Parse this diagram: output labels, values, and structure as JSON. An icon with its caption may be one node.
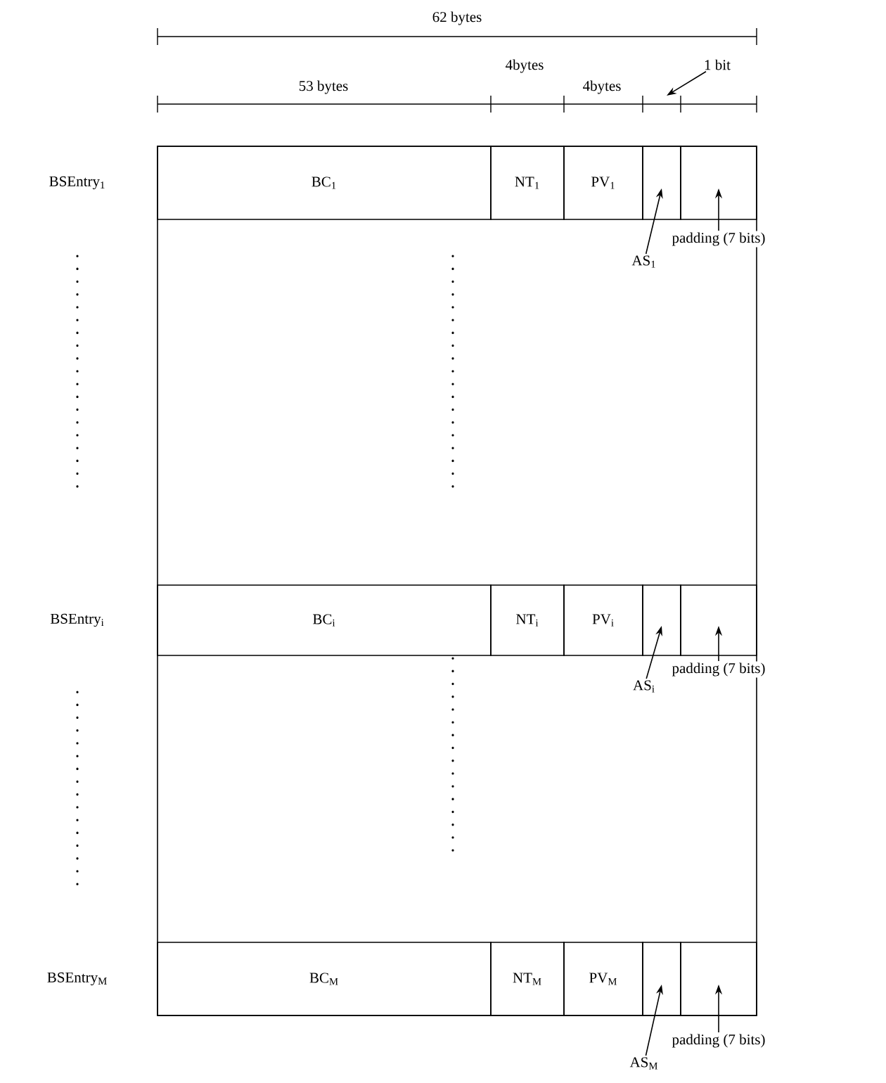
{
  "diagram": {
    "nodes": [
      {
        "text": [
          "1 bit"
        ]
      },
      {
        "text": [
          "BC$_{1}$"
        ]
      },
      {
        "text": [
          "NT$_{1}$"
        ]
      },
      {
        "text": [
          "PV$_{1}$"
        ]
      },
      {
        "text": [],
        "shape": "box"
      },
      {
        "text": [],
        "shape": "box"
      },
      {
        "text": [
          "AS$_{1}$"
        ]
      },
      {
        "text": [
          "padding (7 bits)"
        ]
      },
      {
        "text": [
          "BC$_{i}$"
        ]
      },
      {
        "text": [
          "NT$_{i}$"
        ]
      },
      {
        "text": [
          "PV$_{i}$"
        ]
      },
      {
        "text": [],
        "shape": "box"
      },
      {
        "text": [],
        "shape": "box"
      },
      {
        "text": [
          "AS$_{i}$"
        ]
      },
      {
        "text": [
          "padding (7 bits)"
        ]
      },
      {
        "text": [
          "BC$_{M}$"
        ]
      },
      {
        "text": [
          "NT$_{M}$"
        ]
      },
      {
        "text": [
          "PV$_{M}$"
        ]
      },
      {
        "text": [],
        "shape": "box"
      },
      {
        "text": [],
        "shape": "box"
      },
      {
        "text": [
          "AS$_{M}$"
        ]
      },
      {
        "text": [
          "padding (7 bits)"
        ]
      }
    ],
    "edges": [
      {
        "from": 0,
        "to": null,
        "arrow": "to"
      },
      {
        "from": 6,
        "to": 4,
        "arrow": "to"
      },
      {
        "from": 7,
        "to": 5,
        "arrow": "to"
      },
      {
        "from": 13,
        "to": 11,
        "arrow": "to"
      },
      {
        "from": 14,
        "to": 12,
        "arrow": "to"
      },
      {
        "from": 20,
        "to": 18,
        "arrow": "to"
      },
      {
        "from": 21,
        "to": 19,
        "arrow": "to"
      }
    ],
    "labels": [
      "62 bytes",
      "4bytes",
      "53 bytes",
      "4bytes",
      "BSEntry$_{1}$",
      "BSEntry$_{i}$",
      "BSEntry$_{M}$"
    ]
  }
}
